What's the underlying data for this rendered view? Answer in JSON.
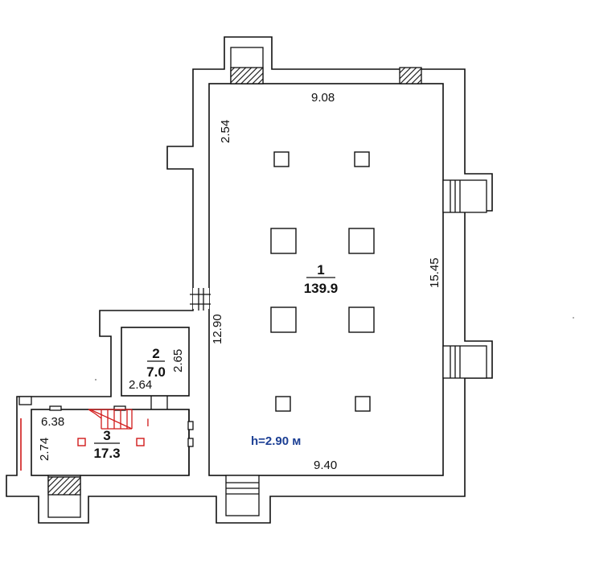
{
  "rooms": [
    {
      "number": "1",
      "area": "139.9"
    },
    {
      "number": "2",
      "area": "7.0"
    },
    {
      "number": "3",
      "area": "17.3"
    }
  ],
  "dimensions": {
    "room1_top_width": "9.08",
    "room1_bottom_width": "9.40",
    "room1_right_length": "15.45",
    "room1_left_length": "12.90",
    "room1_upper_left": "2.54",
    "room2_height": "2.65",
    "room2_width": "2.64",
    "room3_width": "6.38",
    "room3_height": "2.74"
  },
  "ceiling_height": "h=2.90 м",
  "stair_mark": "I",
  "colors": {
    "wall": "#111111",
    "height_text": "#1c3f94",
    "stairs": "#d11a1a"
  }
}
